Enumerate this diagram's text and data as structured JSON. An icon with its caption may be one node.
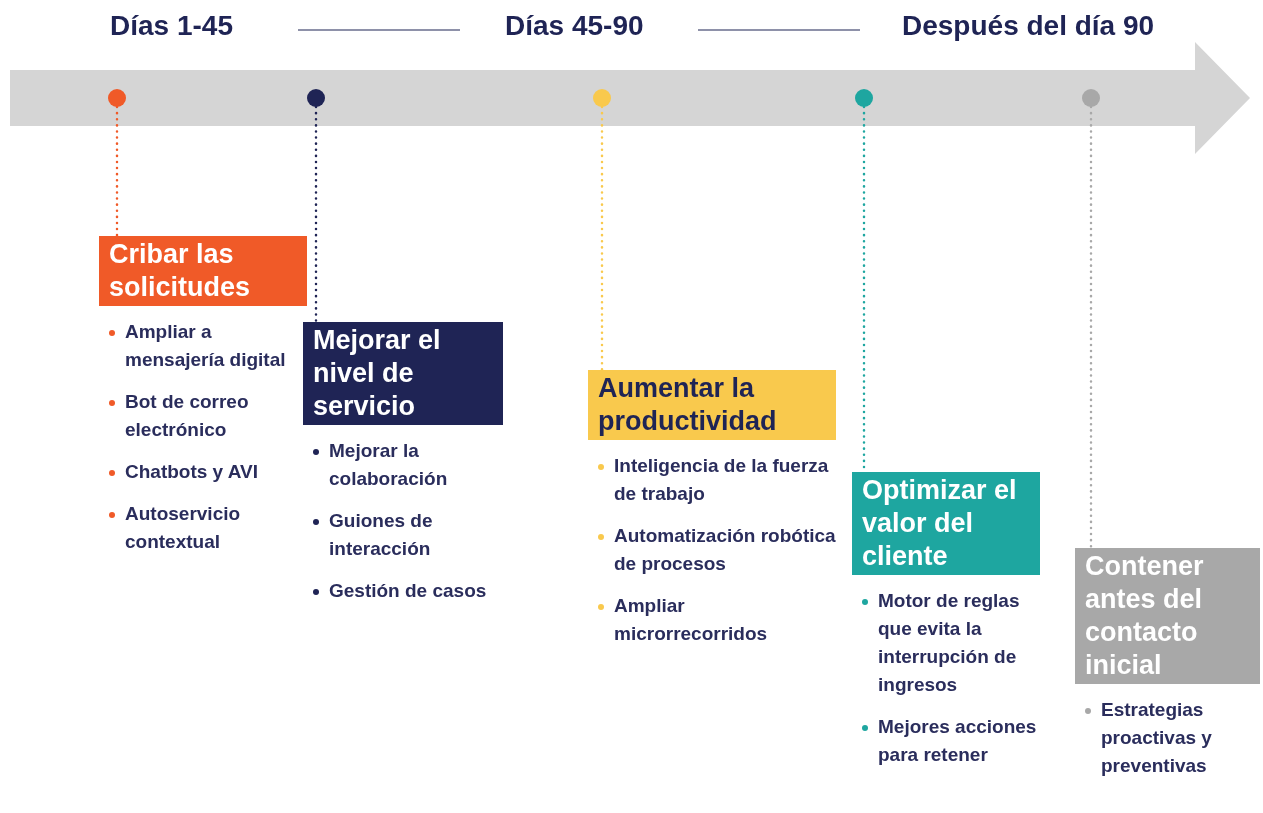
{
  "diagram": {
    "nodes": [
      {
        "text": [],
        "shape": "circle"
      },
      {
        "text": [],
        "shape": "circle"
      },
      {
        "text": [],
        "shape": "circle"
      },
      {
        "text": [],
        "shape": "circle"
      },
      {
        "text": [],
        "shape": "circle"
      },
      {
        "text": [
          "Cribar las solicitudes"
        ],
        "beside": [
          "Ampliar a mensajería digital",
          "Bot de correo electrónico",
          "Chatbots y AVI",
          "Autoservicio contextual"
        ]
      },
      {
        "text": [
          "Mejorar el nivel de servicio"
        ],
        "beside": [
          "Mejorar la colaboración",
          "Guiones de interacción",
          "Gestión de casos"
        ]
      },
      {
        "text": [
          "Aumentar la productividad"
        ],
        "beside": [
          "Inteligencia de la fuerza de trabajo",
          "Automatización robótica de procesos",
          "Ampliar microrrecorridos"
        ]
      },
      {
        "text": [
          "Optimizar el valor del cliente"
        ],
        "beside": [
          "Motor de reglas que evita la interrupción de ingresos",
          "Mejores acciones para retener"
        ]
      },
      {
        "text": [
          "Contener antes del contacto inicial"
        ],
        "beside": [
          "Estrategias proactivas y preventivas"
        ]
      }
    ],
    "edges": [
      {
        "from": 0,
        "to": 5,
        "arrow": "none",
        "style": "dashed",
        "color": "#f05a28"
      },
      {
        "from": 1,
        "to": 6,
        "arrow": "none",
        "style": "dashed",
        "color": "#1f2455"
      },
      {
        "from": 2,
        "to": 7,
        "arrow": "none",
        "style": "dashed",
        "color": "#f9c94d"
      },
      {
        "from": 3,
        "to": 8,
        "arrow": "none",
        "style": "dashed",
        "color": "#1ea6a0"
      },
      {
        "from": 4,
        "to": 9,
        "arrow": "none",
        "style": "dashed",
        "color": "#a8a8a8"
      }
    ],
    "labels": [
      "Días 1-45",
      "Días 45-90",
      "Después del día 90"
    ]
  }
}
